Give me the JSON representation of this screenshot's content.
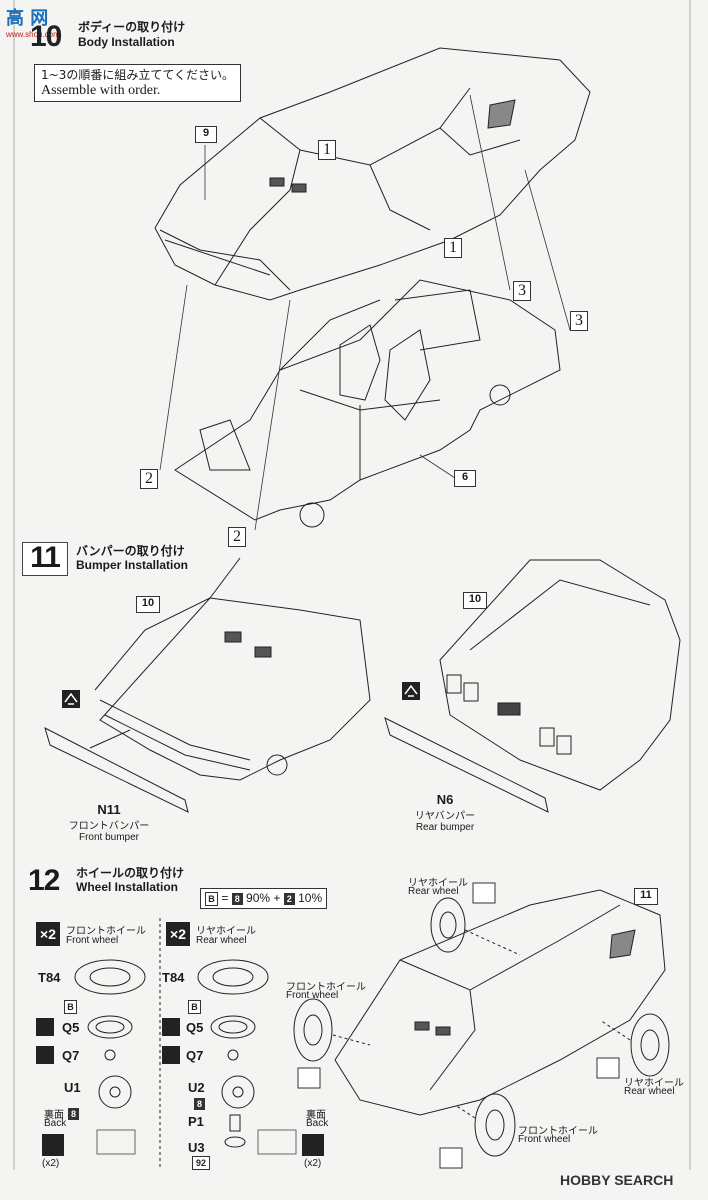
{
  "watermark": {
    "top": "高 网",
    "sub": "www.shou.com"
  },
  "step10": {
    "number": "10",
    "title_jp": "ボディーの取り付け",
    "title_en": "Body Installation",
    "note_jp": "1~3の順番に組み立ててください。",
    "note_en": "Assemble with order.",
    "body_tag": "9",
    "chassis_tag": "6",
    "order_marks": [
      "1",
      "1",
      "2",
      "2",
      "3",
      "3"
    ]
  },
  "step11": {
    "number": "11",
    "title_jp": "バンパーの取り付け",
    "title_en": "Bumper Installation",
    "front_tag": "10",
    "rear_tag": "10",
    "front_part": {
      "code": "N11",
      "jp": "フロントバンパー",
      "en": "Front bumper"
    },
    "rear_part": {
      "code": "N6",
      "jp": "リヤバンパー",
      "en": "Rear bumper"
    }
  },
  "step12": {
    "number": "12",
    "title_jp": "ホイールの取り付け",
    "title_en": "Wheel Installation",
    "formula": {
      "b": "B",
      "eq": "=",
      "c1": "8",
      "p1": "90%",
      "plus": "+",
      "c2": "2",
      "p2": "10%"
    },
    "front_group": {
      "qty": "×2",
      "jp": "フロントホイール",
      "en": "Front wheel",
      "tire": "T84",
      "b_chip": "B",
      "q5": "Q5",
      "q7": "Q7",
      "u": "U1",
      "back_jp": "裏面",
      "back_en": "Back",
      "back_chip": "8",
      "count": "(x2)"
    },
    "rear_group": {
      "qty": "×2",
      "jp": "リヤホイール",
      "en": "Rear wheel",
      "tire": "T84",
      "b_chip": "B",
      "q5": "Q5",
      "q7": "Q7",
      "u2": "U2",
      "p_chip": "8",
      "p1": "P1",
      "u3": "U3",
      "u3_chip": "92",
      "back_jp": "裏面",
      "back_en": "Back",
      "count": "(x2)"
    },
    "car_tag": "11",
    "labels": {
      "rear_top_jp": "リヤホイール",
      "rear_top_en": "Rear wheel",
      "front_left_jp": "フロントホイール",
      "front_left_en": "Front wheel",
      "rear_right_jp": "リヤホイール",
      "rear_right_en": "Rear wheel",
      "front_bottom_jp": "フロントホイール",
      "front_bottom_en": "Front wheel"
    }
  },
  "footer": {
    "brand": "HOBBY SEARCH"
  }
}
